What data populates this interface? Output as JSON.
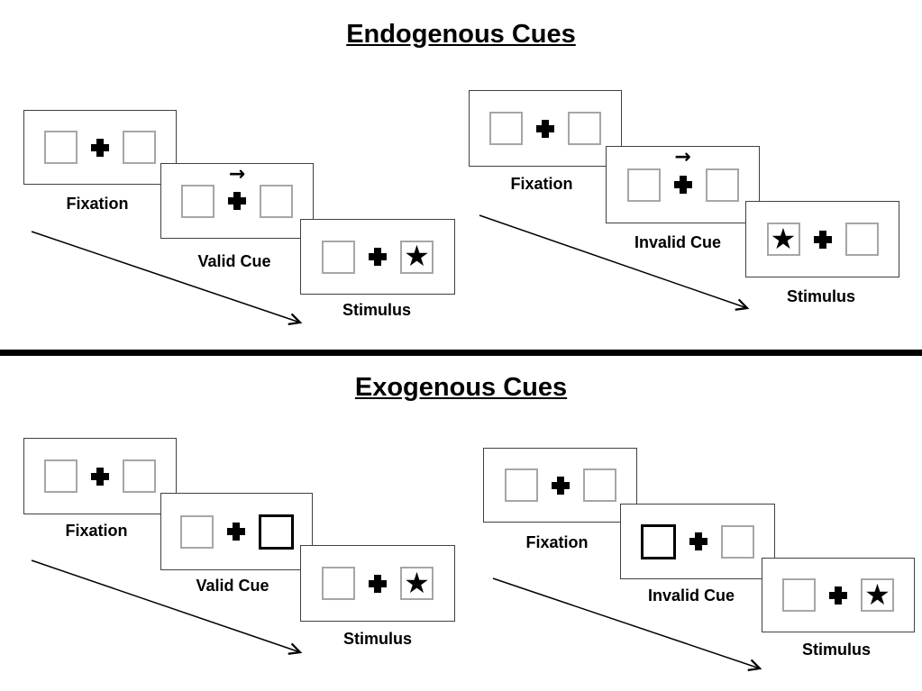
{
  "diagram": {
    "sections": [
      {
        "title": "Endogenous Cues",
        "sequences": [
          {
            "name": "endogenous-valid",
            "panels": [
              {
                "label": "Fixation"
              },
              {
                "label": "Valid Cue"
              },
              {
                "label": "Stimulus"
              }
            ]
          },
          {
            "name": "endogenous-invalid",
            "panels": [
              {
                "label": "Fixation"
              },
              {
                "label": "Invalid Cue"
              },
              {
                "label": "Stimulus"
              }
            ]
          }
        ]
      },
      {
        "title": "Exogenous Cues",
        "sequences": [
          {
            "name": "exogenous-valid",
            "panels": [
              {
                "label": "Fixation"
              },
              {
                "label": "Valid Cue"
              },
              {
                "label": "Stimulus"
              }
            ]
          },
          {
            "name": "exogenous-invalid",
            "panels": [
              {
                "label": "Fixation"
              },
              {
                "label": "Invalid Cue"
              },
              {
                "label": "Stimulus"
              }
            ]
          }
        ]
      }
    ],
    "icons": {
      "star": "★",
      "cue_arrow": "→"
    },
    "colors": {
      "ink": "#000000",
      "panel_border": "#404040",
      "box_border": "#a6a6a6"
    }
  }
}
